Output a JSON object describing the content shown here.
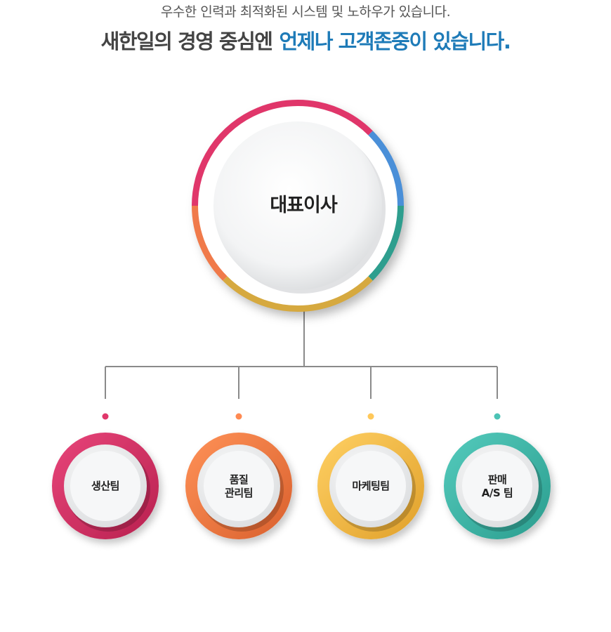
{
  "header": {
    "subtitle": "우수한 인력과 최적화된 시스템 및 노하우가 있습니다.",
    "headline_main": "새한일의 경영 중심엔",
    "headline_accent": "언제나 고객존중이 있습니다."
  },
  "org": {
    "ceo": {
      "label": "대표이사",
      "ring_colors": [
        "#e0366a",
        "#4a8fd8",
        "#2e9e8e",
        "#d6a93f",
        "#f07a4a"
      ]
    },
    "teams": [
      {
        "line1": "생산팀",
        "line2": "",
        "color": "#e0376b",
        "color_dark": "#b8214f"
      },
      {
        "line1": "품질",
        "line2": "관리팀",
        "color": "#ff8a52",
        "color_dark": "#d9602d"
      },
      {
        "line1": "마케팅팀",
        "line2": "",
        "color": "#ffc85a",
        "color_dark": "#e0a02a"
      },
      {
        "line1": "판매",
        "line2": "A/S 팀",
        "color": "#4cc3b5",
        "color_dark": "#2a9d8e"
      }
    ]
  }
}
